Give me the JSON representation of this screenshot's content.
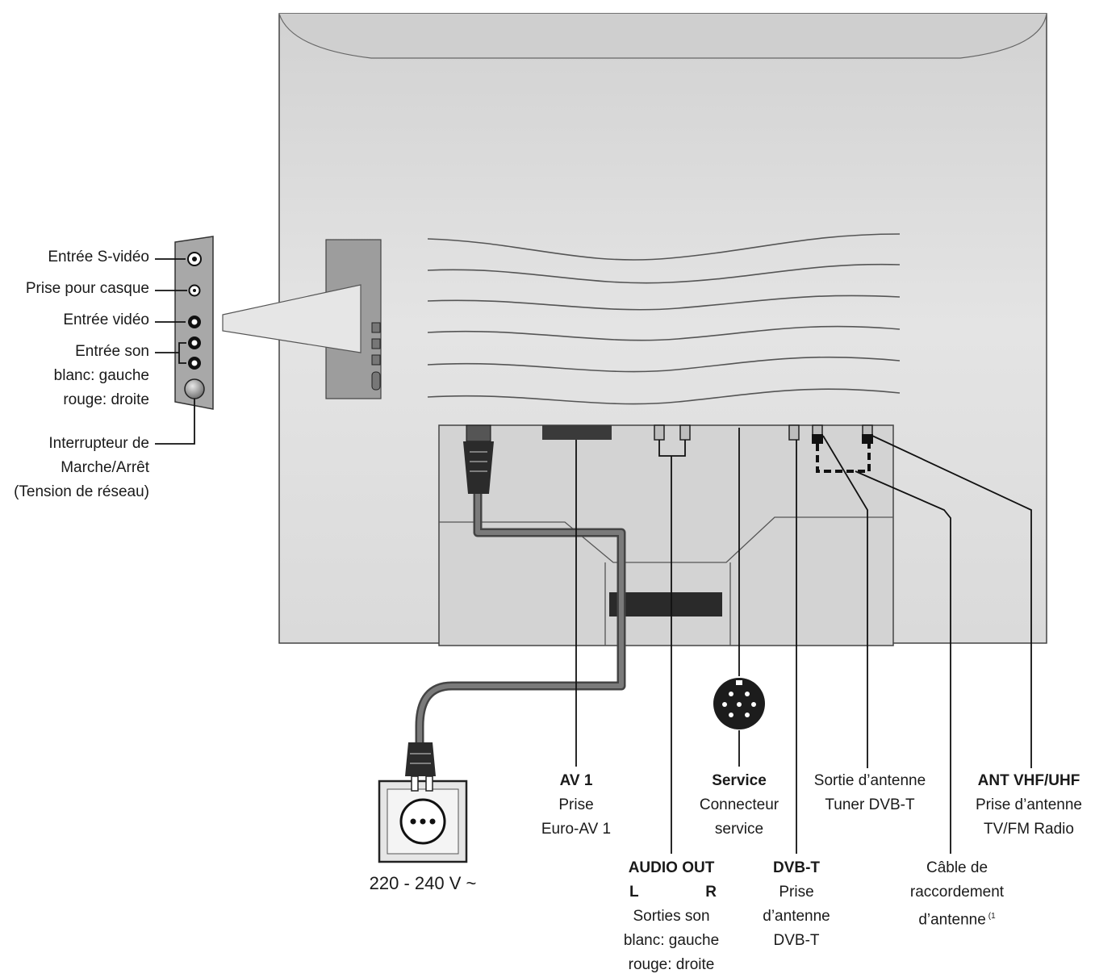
{
  "side_panel": {
    "svideo": "Entrée S-vidéo",
    "headphone": "Prise pour casque",
    "video": "Entrée vidéo",
    "audio_in": "Entrée son",
    "audio_in_white": "blanc: gauche",
    "audio_in_red": "rouge: droite",
    "power_1": "Interrupteur de",
    "power_2": "Marche/Arrêt",
    "power_3": "(Tension de réseau)"
  },
  "bottom": {
    "mains_voltage": "220 - 240 V ~",
    "av1_title": "AV 1",
    "av1_line1": "Prise",
    "av1_line2": "Euro-AV 1",
    "audio_out_title": "AUDIO OUT",
    "audio_out_l": "L",
    "audio_out_r": "R",
    "audio_out_line1": "Sorties son",
    "audio_out_line2": "blanc: gauche",
    "audio_out_line3": "rouge: droite",
    "service_title": "Service",
    "service_line1": "Connecteur",
    "service_line2": "service",
    "dvbt_title": "DVB-T",
    "dvbt_line1": "Prise",
    "dvbt_line2": "d’antenne",
    "dvbt_line3": "DVB-T",
    "tuner_out_line1": "Sortie d’antenne",
    "tuner_out_line2": "Tuner DVB-T",
    "cable_line1": "Câble de",
    "cable_line2": "raccordement",
    "cable_line3": "d’antenne",
    "cable_footnote": "(1",
    "ant_title": "ANT VHF/UHF",
    "ant_line1": "Prise d’antenne",
    "ant_line2": "TV/FM Radio"
  }
}
